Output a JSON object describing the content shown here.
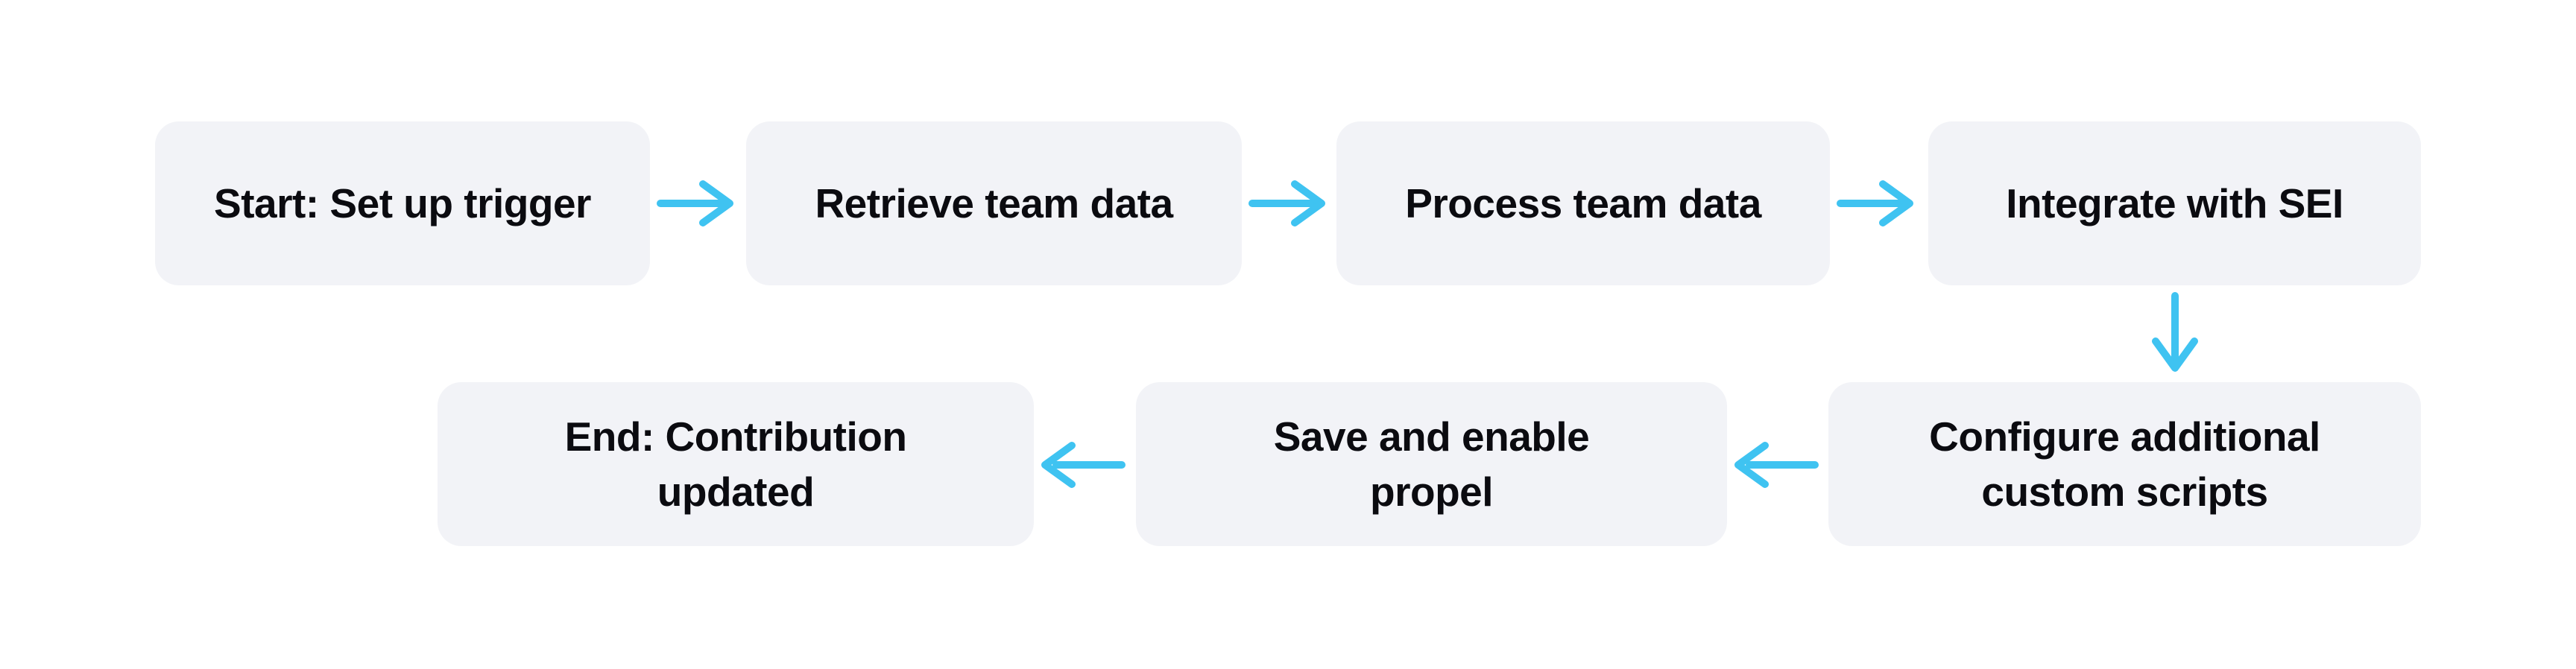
{
  "diagram": {
    "type": "flowchart",
    "colors": {
      "node_fill": "#f2f3f7",
      "node_text": "#0b0b10",
      "arrow": "#3fc3f1",
      "background": "#ffffff"
    },
    "nodes": [
      {
        "id": "start",
        "label": "Start: Set up trigger"
      },
      {
        "id": "retrieve",
        "label": "Retrieve team data"
      },
      {
        "id": "process",
        "label": "Process team data"
      },
      {
        "id": "integrate",
        "label": "Integrate with SEI"
      },
      {
        "id": "configure",
        "label": "Configure additional custom scripts"
      },
      {
        "id": "save",
        "label": "Save and enable propel"
      },
      {
        "id": "end",
        "label": "End: Contribution updated"
      }
    ],
    "edges": [
      {
        "from": "start",
        "to": "retrieve",
        "arrow": "right"
      },
      {
        "from": "retrieve",
        "to": "process",
        "arrow": "right"
      },
      {
        "from": "process",
        "to": "integrate",
        "arrow": "right"
      },
      {
        "from": "integrate",
        "to": "configure",
        "arrow": "down"
      },
      {
        "from": "configure",
        "to": "save",
        "arrow": "left"
      },
      {
        "from": "save",
        "to": "end",
        "arrow": "left"
      }
    ]
  }
}
